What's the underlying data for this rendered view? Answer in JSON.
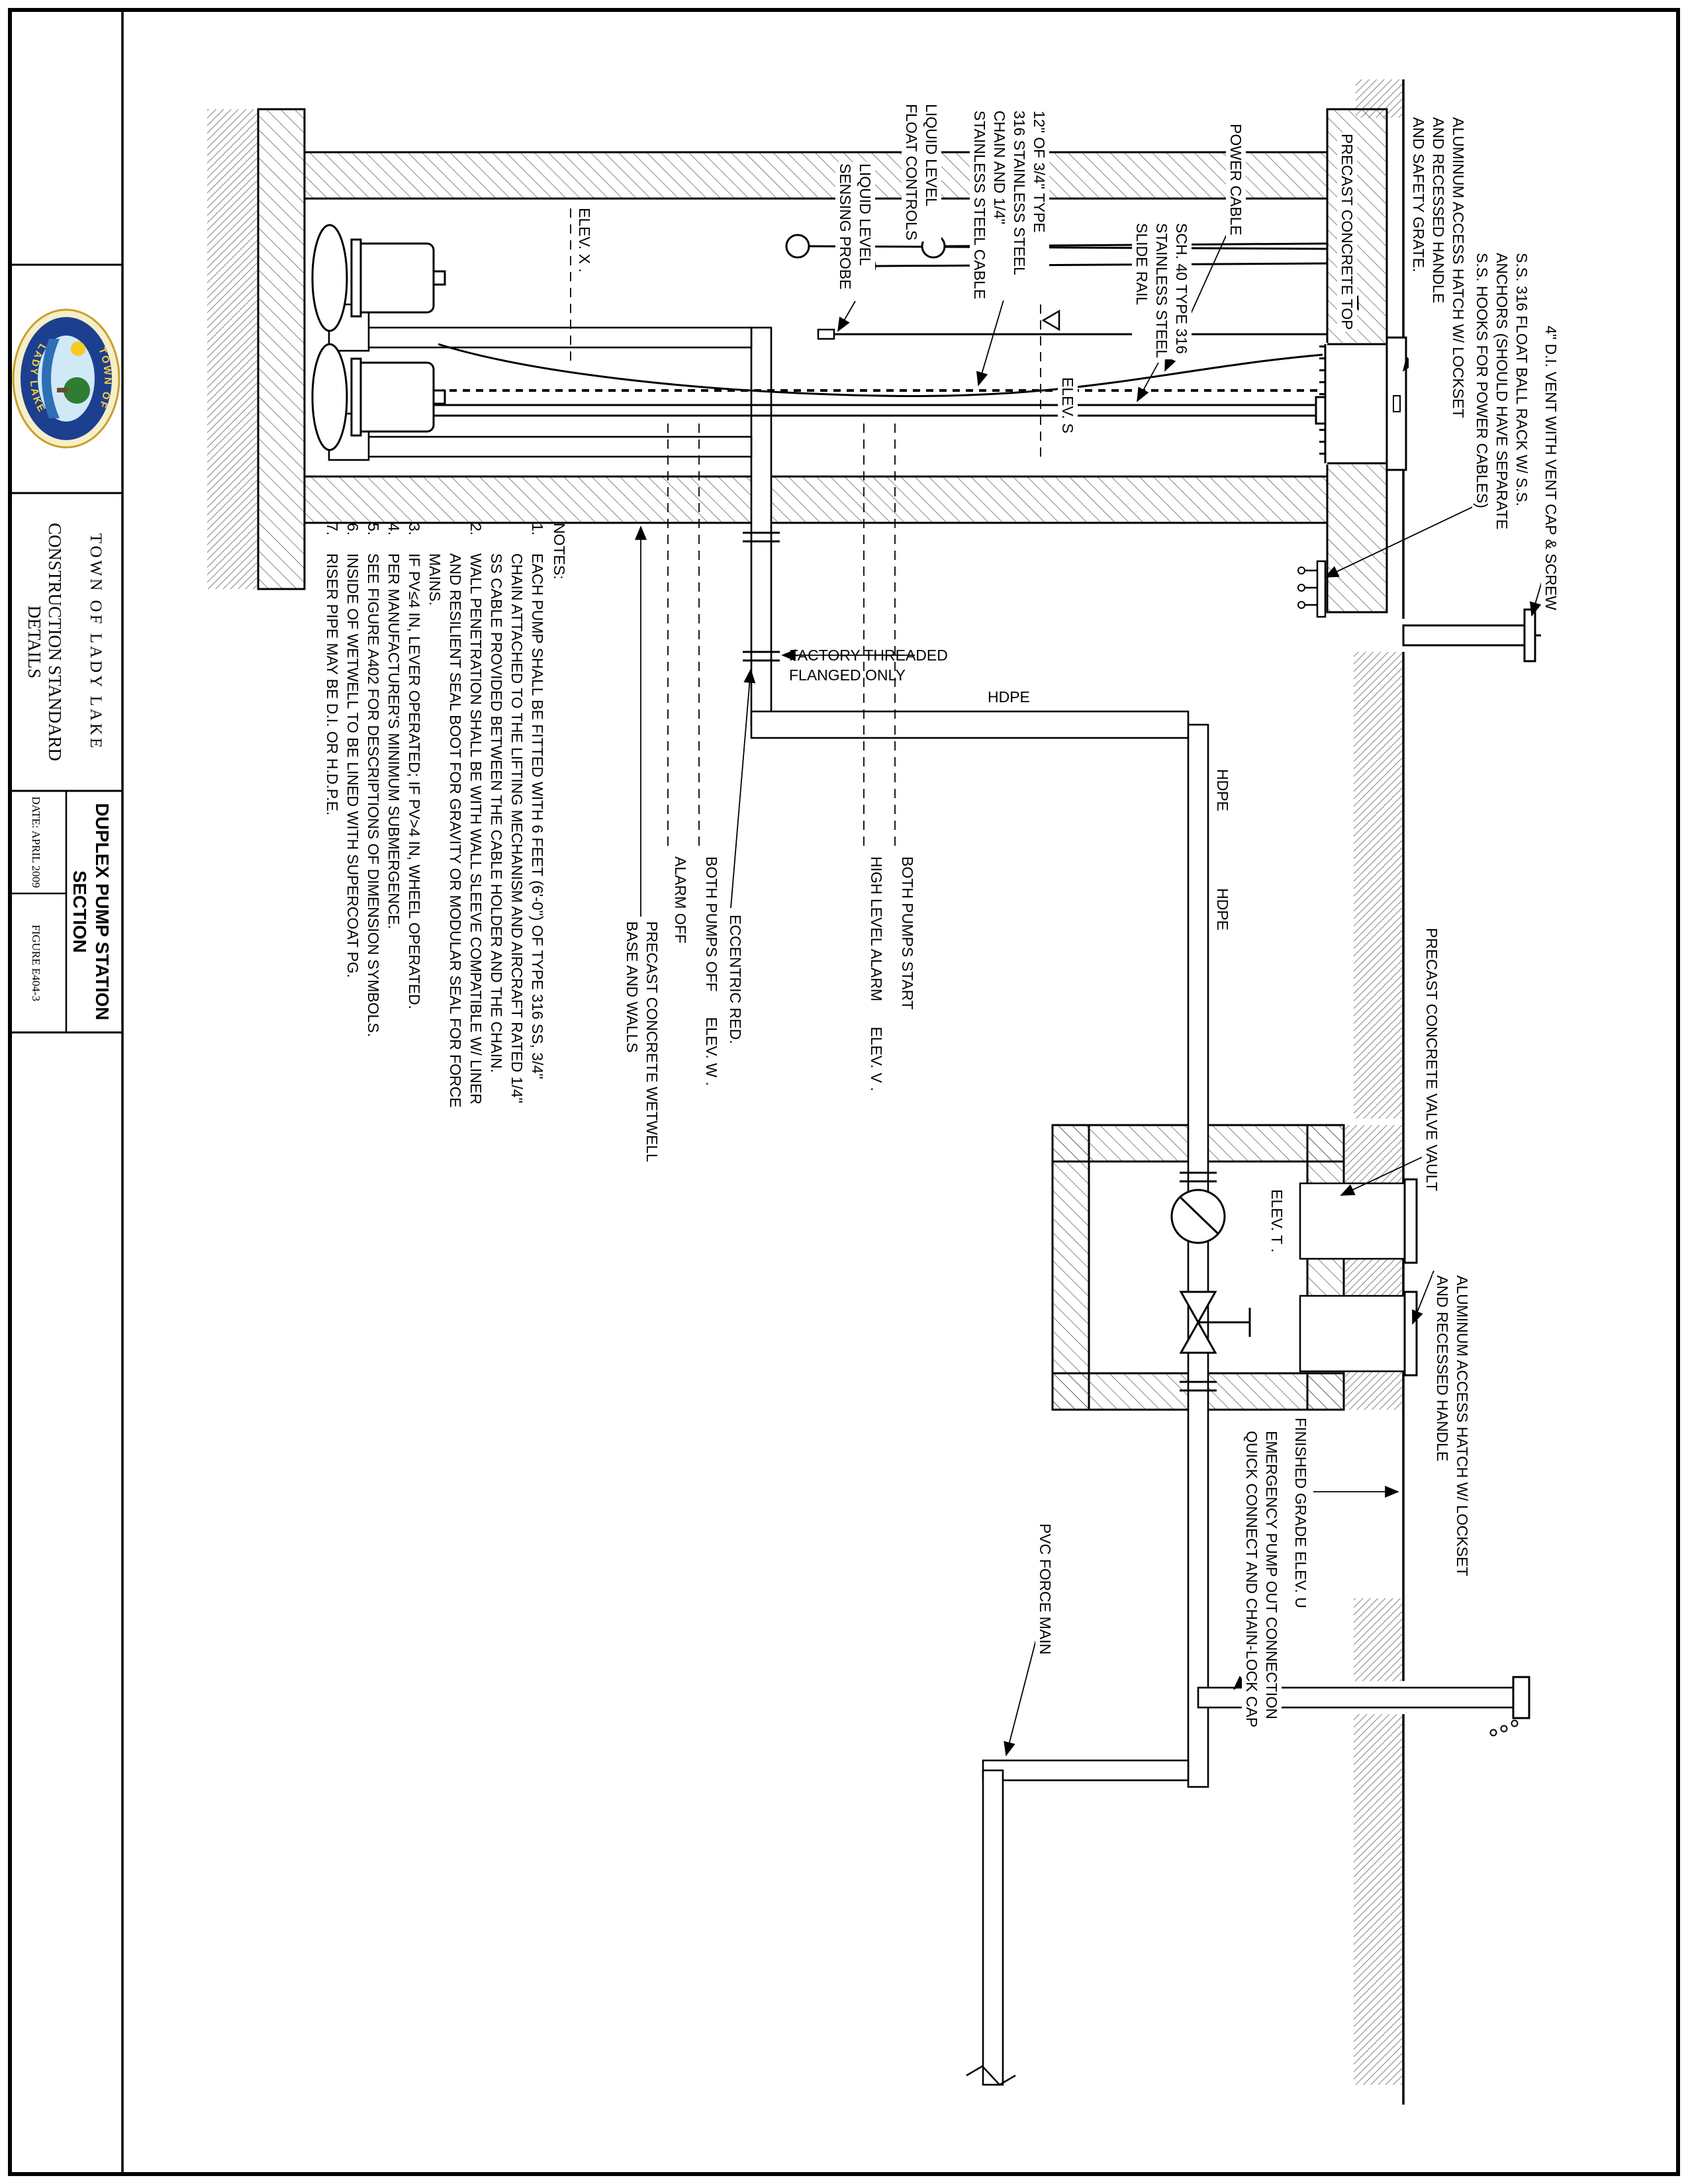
{
  "title_block": {
    "town": "TOWN  OF  LADY  LAKE",
    "series": "CONSTRUCTION STANDARD DETAILS",
    "sheet_title_1": "DUPLEX PUMP STATION",
    "sheet_title_2": "SECTION",
    "date": "DATE:  APRIL  2009",
    "figure": "FIGURE  E404-3",
    "seal_top": "TOWN OF",
    "seal_bottom": "LADY LAKE"
  },
  "notes": {
    "heading": "NOTES:",
    "items": [
      {
        "n": "1.",
        "t": "EACH PUMP SHALL BE FITTED WITH 6 FEET (6'-0\") OF TYPE 316 SS, 3/4\" CHAIN ATTACHED TO THE LIFTING MECHANISM AND AIRCRAFT RATED 1/4\" SS CABLE PROVIDED BETWEEN THE CABLE HOLDER AND THE CHAIN."
      },
      {
        "n": "2.",
        "t": "WALL PENETRATION SHALL BE WITH WALL SLEEVE COMPATIBLE W/ LINER AND RESILIENT SEAL BOOT FOR GRAVITY OR MODULAR SEAL FOR FORCE MAINS."
      },
      {
        "n": "3.",
        "t": "IF PV≤4 IN, LEVER OPERATED; IF PV>4 IN, WHEEL OPERATED."
      },
      {
        "n": "4.",
        "t": "PER MANUFACTURER'S MINIMUM SUBMERGENCE."
      },
      {
        "n": "5.",
        "t": "SEE FIGURE A402 FOR DESCRIPTIONS OF DIMENSION SYMBOLS."
      },
      {
        "n": "6.",
        "t": "INSIDE OF WETWELL TO BE LINED WITH SUPERCOAT PG."
      },
      {
        "n": "7.",
        "t": "RISER PIPE MAY BE D.I. OR H.D.P.E."
      }
    ]
  },
  "labels": {
    "float_controls": "LIQUID LEVEL\nFLOAT CONTROLS",
    "sensing_probe": "LIQUID LEVEL\nSENSING PROBE",
    "chain_cable": "12\" OF 3/4\" TYPE\n316 STAINLESS STEEL\nCHAIN AND 1/4\"\nSTAINLESS STEEL CABLE",
    "slide_rail": "SCH. 40 TYPE 316\nSTAINLESS STEEL\nSLIDE RAIL",
    "power_cable": "POWER CABLE",
    "precast_top": "PRECAST CONCRETE TOP",
    "hatch_wetwell": "ALUMINUM ACCESS HATCH W/ LOCKSET\nAND RECESSED HANDLE\nAND SAFETY GRATE.",
    "float_rack": "S.S. 316 FLOAT BALL RACK W/ S.S.\nANCHORS (SHOULD HAVE SEPARATE\nS.S. HOOKS FOR POWER CABLES)",
    "vent": "4\" D.I. VENT WITH VENT CAP & SCREW",
    "elev_s": "ELEV. S",
    "elev_x": "ELEV. X .",
    "factory_threaded": "FACTORY THREADED\nFLANGED ONLY",
    "hdpe": "HDPE",
    "pumps_start": "BOTH PUMPS START",
    "high_level_alarm": "HIGH LEVEL ALARM      ELEV. V .",
    "pumps_off": "BOTH PUMPS OFF      ELEV. W .",
    "alarm_off": "ALARM OFF",
    "eccentric_red": "ECCENTRIC RED.",
    "wetwell_base": "PRECAST CONCRETE WETWELL\nBASE AND WALLS",
    "valve_vault": "PRECAST CONCRETE VALVE VAULT",
    "hatch_vault": "ALUMINUM ACCESS HATCH W/ LOCKSET\nAND RECESSED HANDLE",
    "emergency_pumpout": "EMERGENCY PUMP OUT CONNECTION\nQUICK CONNECT AND CHAIN-LOCK CAP",
    "finished_grade": "FINISHED GRADE ELEV. U",
    "elev_t": "ELEV. T .",
    "pvc_force_main": "PVC FORCE MAIN"
  }
}
